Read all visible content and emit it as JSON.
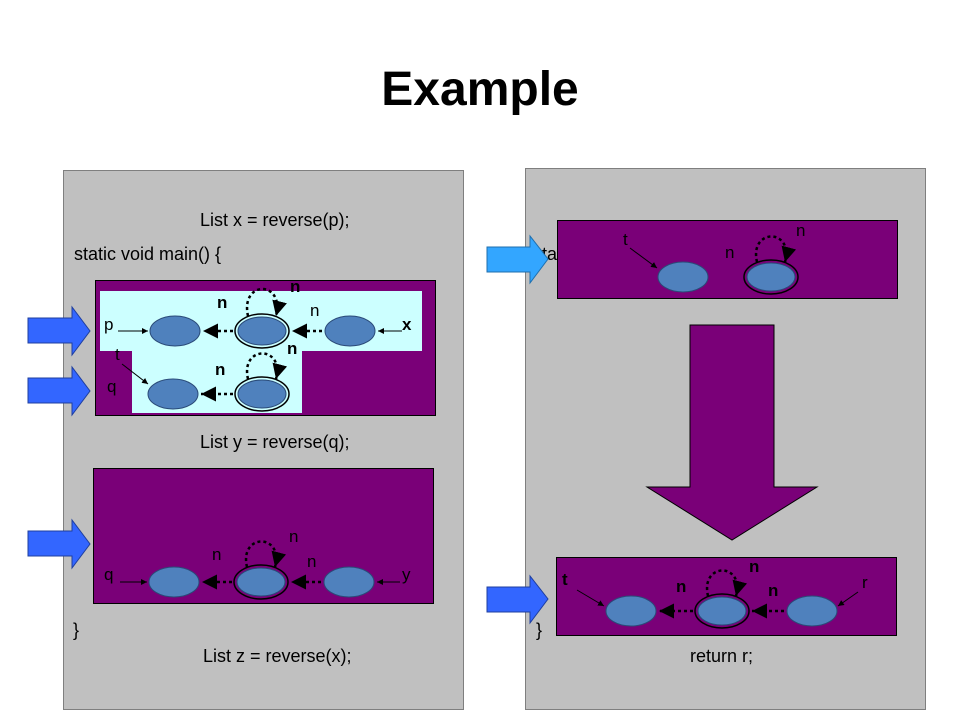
{
  "title": "Example",
  "left": {
    "line1": "List x = reverse(p);",
    "line2": "static void main() {",
    "line3": "List y = reverse(q);",
    "line4": "}",
    "line5": "List z = reverse(x);",
    "heap1": {
      "p": "p",
      "x": "x",
      "t": "t",
      "q": "q",
      "n1": "n",
      "n2": "n",
      "n3": "n",
      "n4": "n",
      "n5": "n"
    },
    "heap2": {
      "q": "q",
      "y": "y",
      "n1": "n",
      "n2": "n",
      "n3": "n"
    }
  },
  "right": {
    "line1": "ta",
    "line2": "}",
    "line3": "return r;",
    "heap1": {
      "t": "t",
      "n1": "n",
      "n2": "n"
    },
    "heap2": {
      "t": "t",
      "r": "r",
      "n1": "n",
      "n2": "n",
      "n3": "n"
    }
  },
  "colors": {
    "panel": "#c0c0c0",
    "heap": "#7a0078",
    "highlight": "#ccffff",
    "node": "#4f81bd",
    "arrow_blue": "#3366ff",
    "arrow_cyan": "#33a6ff"
  }
}
